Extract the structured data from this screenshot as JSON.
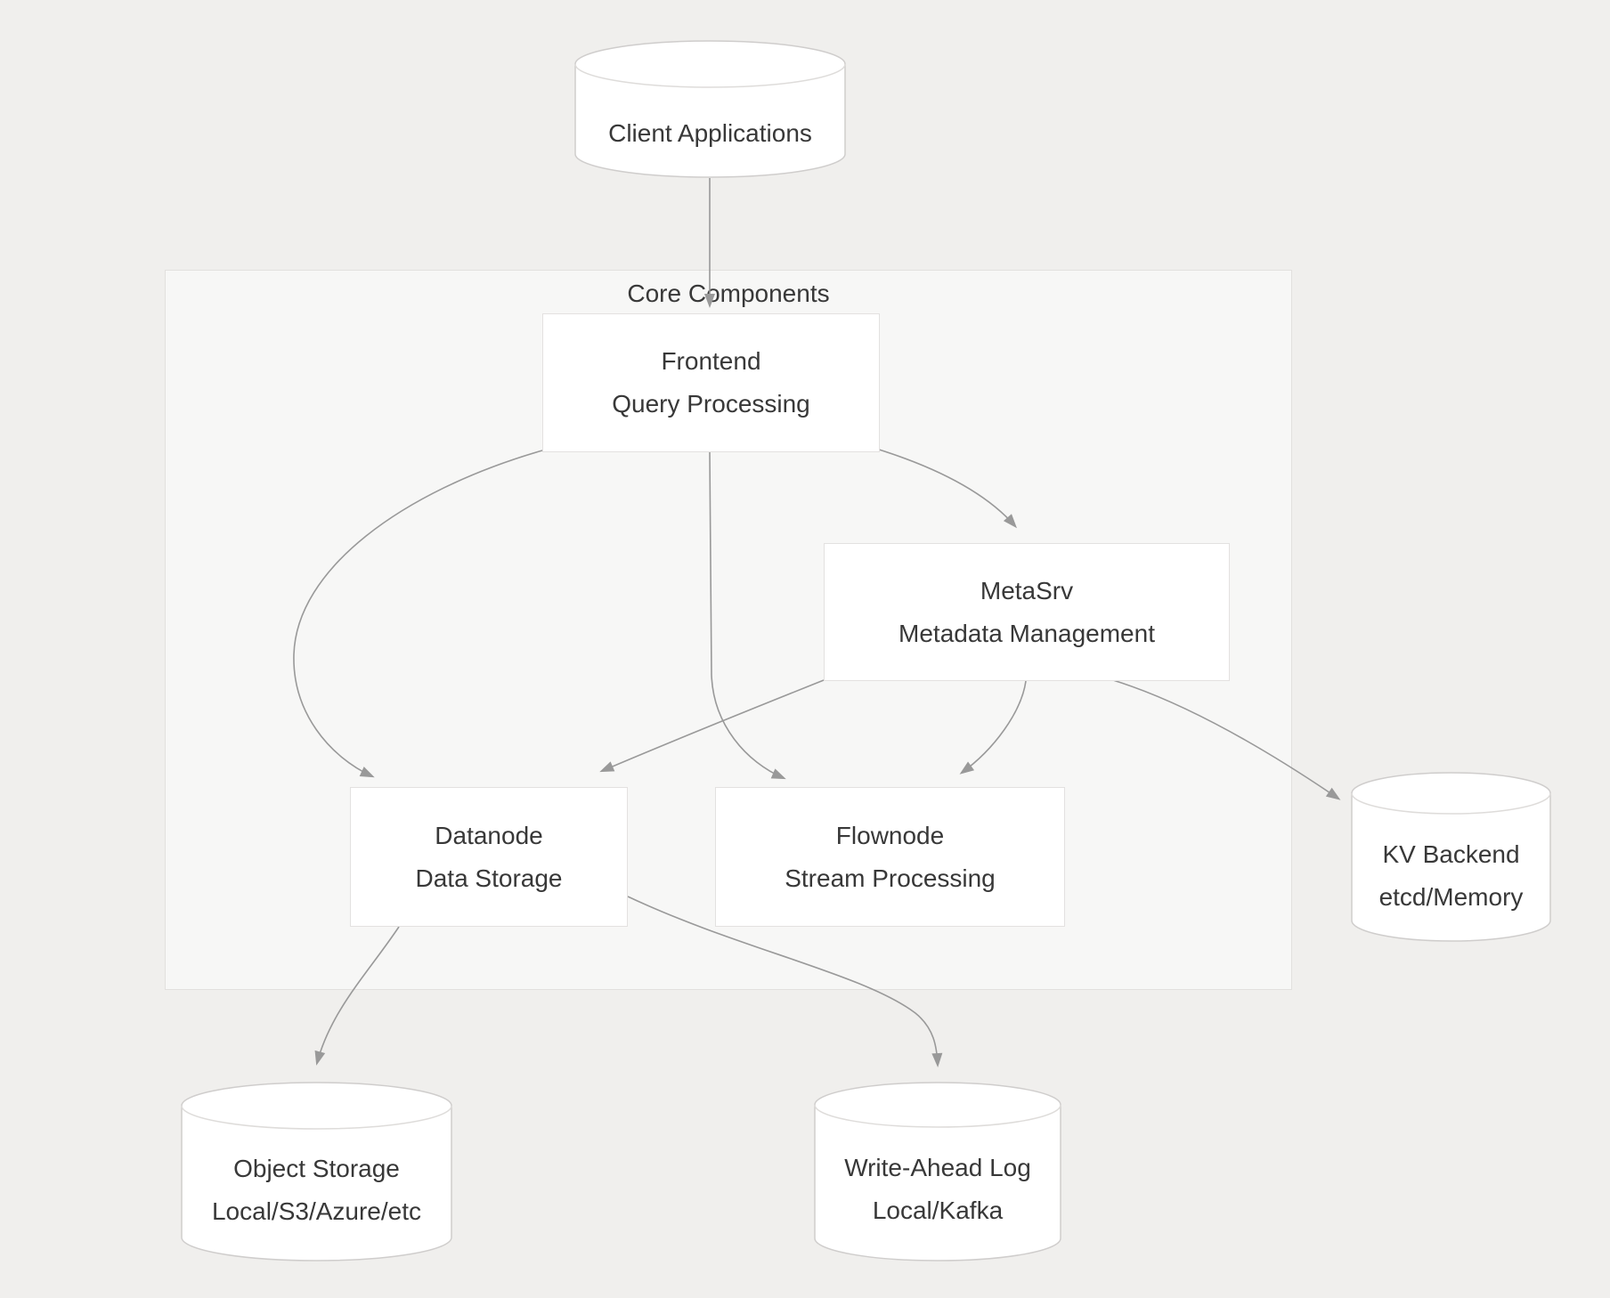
{
  "group": {
    "label": "Core Components"
  },
  "nodes": {
    "client": {
      "label": "Client Applications",
      "shape": "cylinder"
    },
    "frontend": {
      "label": "Frontend",
      "sublabel": "Query Processing"
    },
    "metasrv": {
      "label": "MetaSrv",
      "sublabel": "Metadata Management"
    },
    "datanode": {
      "label": "Datanode",
      "sublabel": "Data Storage"
    },
    "flownode": {
      "label": "Flownode",
      "sublabel": "Stream Processing"
    },
    "kv_backend": {
      "label": "KV Backend",
      "sublabel": "etcd/Memory",
      "shape": "cylinder"
    },
    "object_storage": {
      "label": "Object Storage",
      "sublabel": "Local/S3/Azure/etc",
      "shape": "cylinder"
    },
    "write_ahead_log": {
      "label": "Write-Ahead Log",
      "sublabel": "Local/Kafka",
      "shape": "cylinder"
    }
  },
  "edges": [
    {
      "from": "Client Applications",
      "to": "Frontend"
    },
    {
      "from": "Frontend",
      "to": "Datanode"
    },
    {
      "from": "Frontend",
      "to": "Flownode"
    },
    {
      "from": "Frontend",
      "to": "MetaSrv"
    },
    {
      "from": "MetaSrv",
      "to": "Datanode"
    },
    {
      "from": "MetaSrv",
      "to": "Flownode"
    },
    {
      "from": "MetaSrv",
      "to": "KV Backend"
    },
    {
      "from": "Datanode",
      "to": "Object Storage"
    },
    {
      "from": "Datanode",
      "to": "Write-Ahead Log"
    }
  ],
  "colors": {
    "canvas_bg": "#f0efed",
    "group_bg": "#f7f7f6",
    "node_bg": "#ffffff",
    "rect_border": "#e3e1e0",
    "cylinder_border": "#cfcdcc",
    "edge": "#999999",
    "text": "#383838"
  }
}
